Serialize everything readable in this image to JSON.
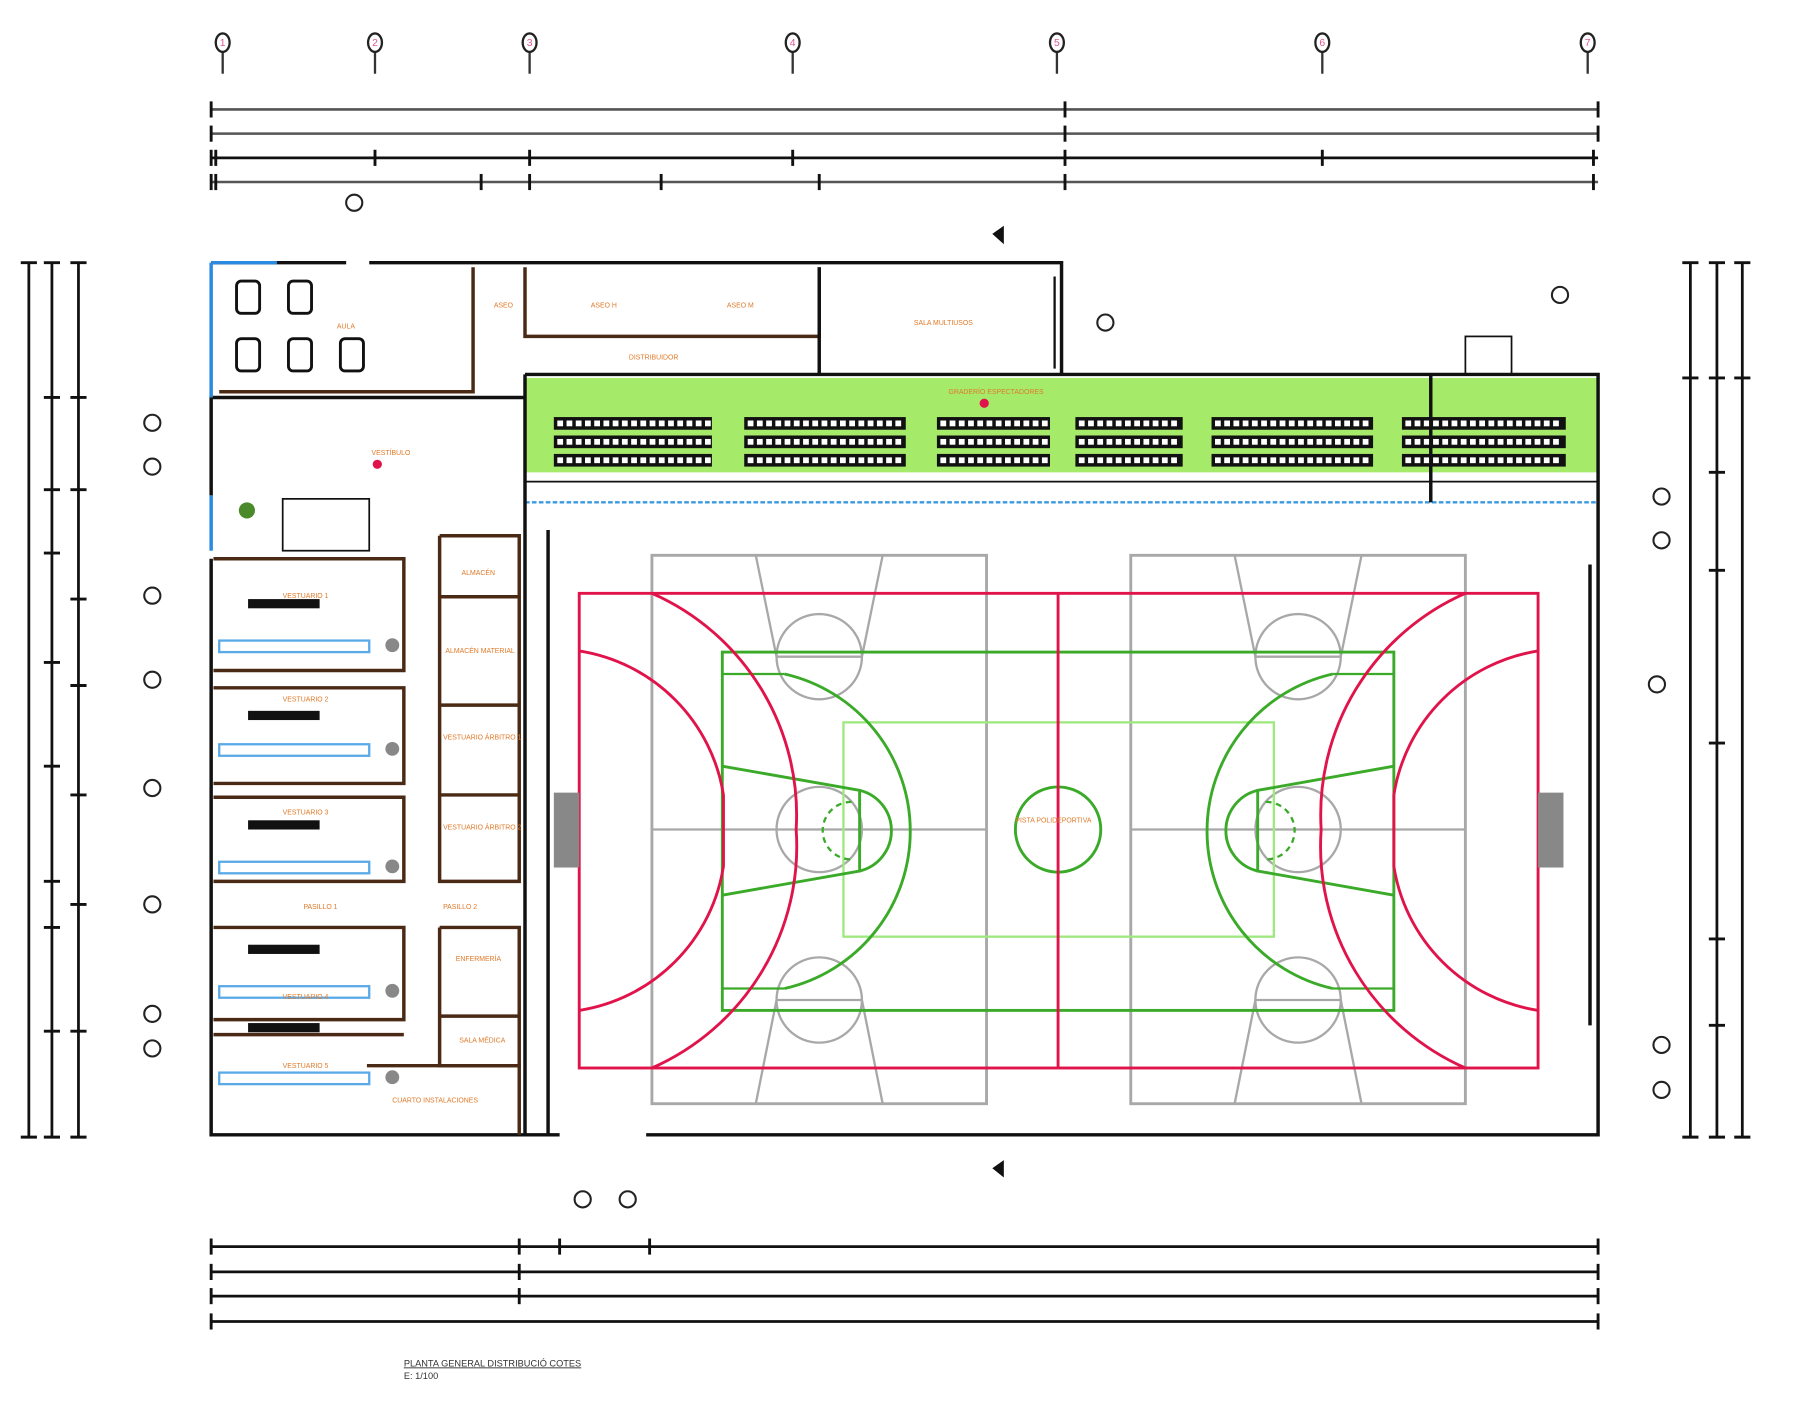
{
  "grid_axes": [
    "1",
    "2",
    "3",
    "4",
    "5",
    "6",
    "7"
  ],
  "title": "PLANTA GENERAL DISTRIBUCIÓ COTES",
  "scale": "E: 1/100",
  "rooms": {
    "aula": "AULA",
    "aseo_1": "ASEO",
    "aseo_2": "ASEO H",
    "aseo_3": "ASEO M",
    "distribuidor": "DISTRIBUIDOR",
    "sala_multiusos": "SALA MULTIUSOS",
    "graderio": "GRADERÍO ESPECTADORES",
    "vestibulo": "VESTÍBULO",
    "vestuario_1": "VESTUARIO 1",
    "vestuario_2": "VESTUARIO 2",
    "vestuario_3": "VESTUARIO 3",
    "vestuario_4": "VESTUARIO 4",
    "vestuario_5": "VESTUARIO 5",
    "almacen": "ALMACÉN",
    "almacen_material": "ALMACÉN MATERIAL",
    "arbitro_1": "VESTUARIO ÁRBITRO 1",
    "arbitro_2": "VESTUARIO ÁRBITRO 2",
    "pasillo_1": "PASILLO 1",
    "pasillo_2": "PASILLO 2",
    "enfermeria": "ENFERMERÍA",
    "sala_medica": "SALA MÉDICA",
    "instalaciones": "CUARTO INSTALACIONES",
    "pista": "PISTA POLIDEPORTIVA"
  },
  "colors": {
    "handball": "#e0144a",
    "basketball": "#3aaa28",
    "volleyball": "#9ee87e",
    "outer_court": "#a8a8a8",
    "tribune": "#a6ea6a",
    "glazing": "#2a8ae0",
    "labels": "#e07a2a"
  }
}
